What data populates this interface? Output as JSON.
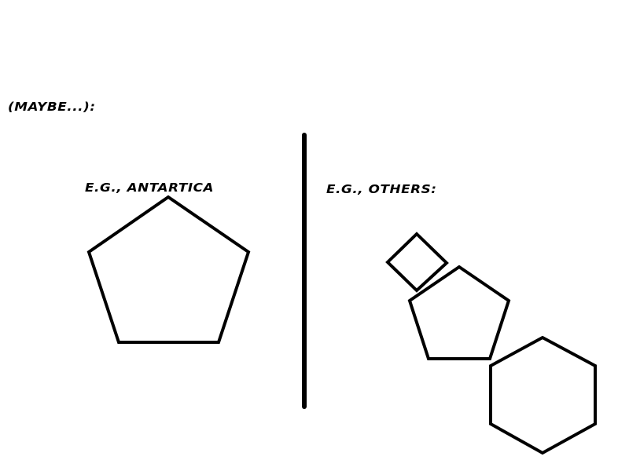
{
  "labels": {
    "maybe": "(maybe...):",
    "antarctica": "e.g., Antartica",
    "others": "e.g., others:"
  },
  "shapes": {
    "left_group": [
      "pentagon"
    ],
    "right_group": [
      "square",
      "pentagon",
      "hexagon"
    ],
    "divider": "vertical-line"
  },
  "colors": {
    "background": "#ffffff",
    "ink": "#000000"
  }
}
